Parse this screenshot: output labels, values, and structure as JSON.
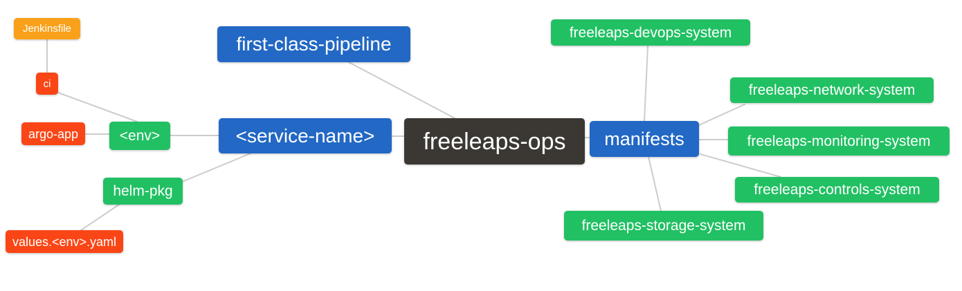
{
  "diagram": {
    "background_color": "#ffffff",
    "edge_color": "#cccccc",
    "palette": {
      "orange": "#F9A11B",
      "red": "#FA4616",
      "green": "#21C063",
      "blue": "#2268C4",
      "dark": "#3B3733",
      "text": "#ffffff"
    },
    "nodes": [
      {
        "id": "jenkinsfile",
        "label": "Jenkinsfile",
        "color": "orange"
      },
      {
        "id": "ci",
        "label": "ci",
        "color": "red"
      },
      {
        "id": "argo-app",
        "label": "argo-app",
        "color": "red"
      },
      {
        "id": "env",
        "label": "<env>",
        "color": "green"
      },
      {
        "id": "helm-pkg",
        "label": "helm-pkg",
        "color": "green"
      },
      {
        "id": "values-env-yaml",
        "label": "values.<env>.yaml",
        "color": "red"
      },
      {
        "id": "first-class-pipeline",
        "label": "first-class-pipeline",
        "color": "blue"
      },
      {
        "id": "service-name",
        "label": "<service-name>",
        "color": "blue"
      },
      {
        "id": "freeleaps-ops",
        "label": "freeleaps-ops",
        "color": "dark"
      },
      {
        "id": "manifests",
        "label": "manifests",
        "color": "blue"
      },
      {
        "id": "freeleaps-devops-system",
        "label": "freeleaps-devops-system",
        "color": "green"
      },
      {
        "id": "freeleaps-network-system",
        "label": "freeleaps-network-system",
        "color": "green"
      },
      {
        "id": "freeleaps-monitoring-system",
        "label": "freeleaps-monitoring-system",
        "color": "green"
      },
      {
        "id": "freeleaps-controls-system",
        "label": "freeleaps-controls-system",
        "color": "green"
      },
      {
        "id": "freeleaps-storage-system",
        "label": "freeleaps-storage-system",
        "color": "green"
      }
    ],
    "edges": [
      {
        "from": "jenkinsfile",
        "to": "ci"
      },
      {
        "from": "ci",
        "to": "env"
      },
      {
        "from": "argo-app",
        "to": "env"
      },
      {
        "from": "env",
        "to": "service-name"
      },
      {
        "from": "helm-pkg",
        "to": "service-name"
      },
      {
        "from": "values-env-yaml",
        "to": "helm-pkg"
      },
      {
        "from": "first-class-pipeline",
        "to": "freeleaps-ops"
      },
      {
        "from": "service-name",
        "to": "freeleaps-ops"
      },
      {
        "from": "freeleaps-ops",
        "to": "manifests"
      },
      {
        "from": "manifests",
        "to": "freeleaps-devops-system"
      },
      {
        "from": "manifests",
        "to": "freeleaps-network-system"
      },
      {
        "from": "manifests",
        "to": "freeleaps-monitoring-system"
      },
      {
        "from": "manifests",
        "to": "freeleaps-controls-system"
      },
      {
        "from": "manifests",
        "to": "freeleaps-storage-system"
      }
    ]
  }
}
